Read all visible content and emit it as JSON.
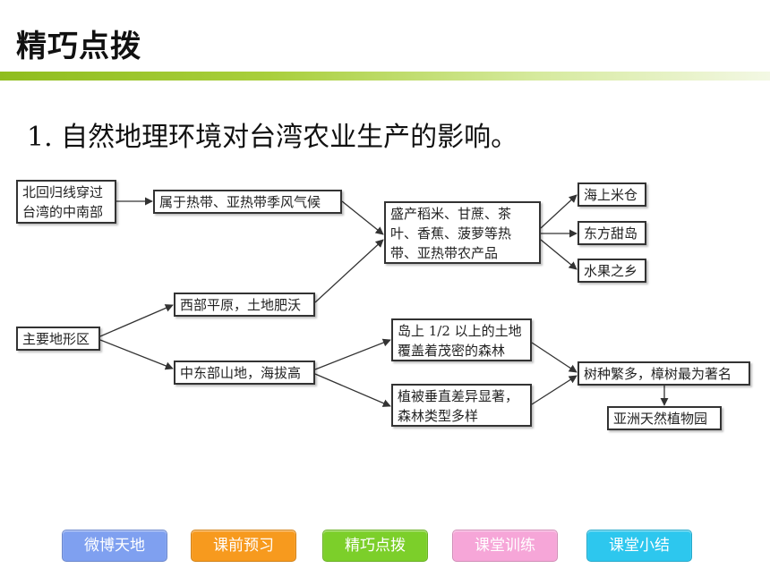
{
  "slide": {
    "title": "精巧点拨",
    "heading": "1. 自然地理环境对台湾农业生产的影响。"
  },
  "diagram": {
    "nodes": {
      "tropic": "北回归线穿过\n台湾的中南部",
      "climate": "属于热带、亚热带季风气候",
      "products": "盛产稻米、甘蔗、茶\n叶、香蕉、菠萝等热\n带、亚热带农产品",
      "rice": "海上米仓",
      "sweet": "东方甜岛",
      "fruit": "水果之乡",
      "terrain": "主要地形区",
      "west": "西部平原，土地肥沃",
      "east": "中东部山地，海拔高",
      "forest": "岛上 1/2 以上的土地\n覆盖着茂密的森林",
      "vertical": "植被垂直差异显著，\n森林类型多样",
      "trees": "树种繁多，樟树最为著名",
      "garden": "亚洲天然植物园"
    }
  },
  "nav": [
    {
      "label": "微博天地",
      "color": "#7fa0f0"
    },
    {
      "label": "课前预习",
      "color": "#f79a1e"
    },
    {
      "label": "精巧点拨",
      "color": "#7ccf2a"
    },
    {
      "label": "课堂训练",
      "color": "#f6a6d8"
    },
    {
      "label": "课堂小结",
      "color": "#2dc7ee"
    }
  ]
}
